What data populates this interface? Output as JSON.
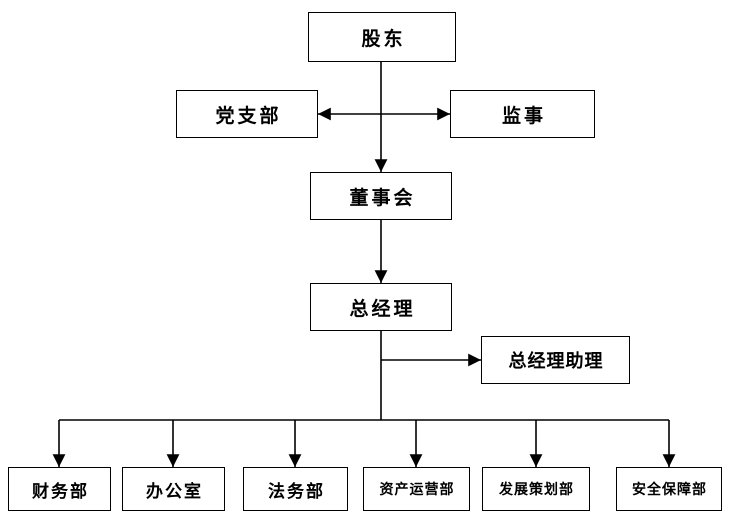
{
  "diagram": {
    "title": "company-organization-chart",
    "colors": {
      "background": "#ffffff",
      "box_border": "#000000",
      "line": "#000000",
      "text": "#000000"
    },
    "nodes": {
      "shareholders": {
        "label": "股东"
      },
      "party_branch": {
        "label": "党支部"
      },
      "supervisor": {
        "label": "监事"
      },
      "board": {
        "label": "董事会"
      },
      "general_manager": {
        "label": "总经理"
      },
      "gm_assistant": {
        "label": "总经理助理"
      },
      "departments": [
        {
          "label": "财务部"
        },
        {
          "label": "办公室"
        },
        {
          "label": "法务部"
        },
        {
          "label": "资产运营部"
        },
        {
          "label": "发展策划部"
        },
        {
          "label": "安全保障部"
        }
      ]
    }
  }
}
